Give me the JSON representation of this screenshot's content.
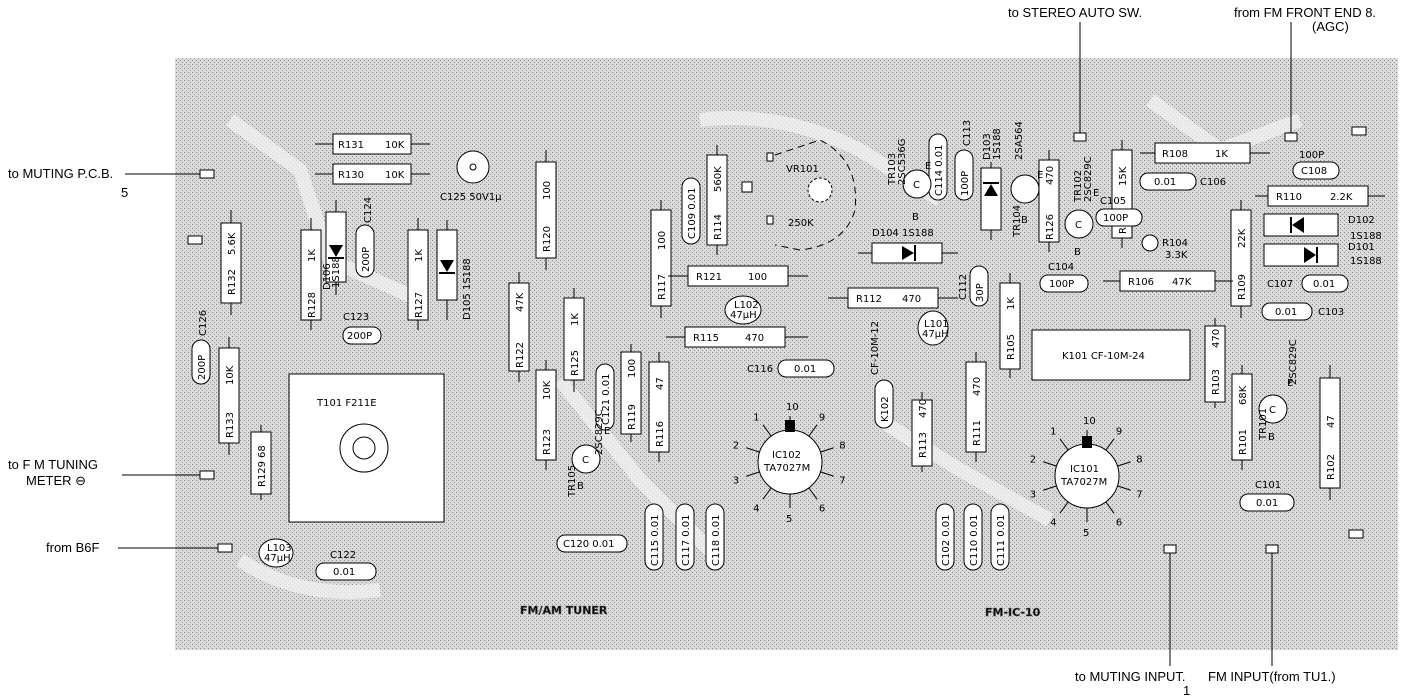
{
  "board": {
    "silk_text": [
      "FM-IC-10",
      "FM/AM TUNER"
    ],
    "background": "#d4d4d4",
    "ink": "#000000"
  },
  "connections": [
    {
      "id": "to-stereo-auto",
      "text": "to STEREO AUTO SW."
    },
    {
      "id": "from-fm-front-end",
      "text": "from FM FRONT END 8.",
      "text2": "(AGC)"
    },
    {
      "id": "to-muting-pcb",
      "text": "to MUTING P.C.B.",
      "text2": "5"
    },
    {
      "id": "to-fm-tuning",
      "text": "to F M TUNING",
      "text2": "METER ⊖"
    },
    {
      "id": "from-b6f",
      "text": "from B6F"
    },
    {
      "id": "to-muting-input",
      "text": "to MUTING INPUT.",
      "text2": "1"
    },
    {
      "id": "fm-input",
      "text": "FM INPUT(from TU1.)"
    }
  ],
  "resistors": [
    {
      "id": "r131",
      "name": "R131",
      "value": "10K"
    },
    {
      "id": "r130",
      "name": "R130",
      "value": "10K"
    },
    {
      "id": "r132",
      "name": "R132",
      "value": "5.6K"
    },
    {
      "id": "r128",
      "name": "R128",
      "value": "1K"
    },
    {
      "id": "r127",
      "name": "R127",
      "value": "1K"
    },
    {
      "id": "r133",
      "name": "R133",
      "value": "10K"
    },
    {
      "id": "r129",
      "name": "R129",
      "value": "68"
    },
    {
      "id": "r120",
      "name": "R120",
      "value": "100"
    },
    {
      "id": "r122",
      "name": "R122",
      "value": "47K"
    },
    {
      "id": "r125",
      "name": "R125",
      "value": "1K"
    },
    {
      "id": "r123",
      "name": "R123",
      "value": "10K"
    },
    {
      "id": "r119",
      "name": "R119",
      "value": "100"
    },
    {
      "id": "r117",
      "name": "R117",
      "value": "100"
    },
    {
      "id": "r116",
      "name": "R116",
      "value": "47"
    },
    {
      "id": "r114",
      "name": "R114",
      "value": "560K"
    },
    {
      "id": "r121",
      "name": "R121",
      "value": "100"
    },
    {
      "id": "r115",
      "name": "R115",
      "value": "470"
    },
    {
      "id": "r112",
      "name": "R112",
      "value": "470"
    },
    {
      "id": "r113",
      "name": "R113",
      "value": "470"
    },
    {
      "id": "r111",
      "name": "R111",
      "value": "470"
    },
    {
      "id": "r105",
      "name": "R105",
      "value": "1K"
    },
    {
      "id": "r126",
      "name": "R126",
      "value": "470"
    },
    {
      "id": "r107",
      "name": "R107",
      "value": "15K"
    },
    {
      "id": "r108",
      "name": "R108",
      "value": "1K"
    },
    {
      "id": "r110",
      "name": "R110",
      "value": "2.2K"
    },
    {
      "id": "r109",
      "name": "R109",
      "value": "22K"
    },
    {
      "id": "r106",
      "name": "R106",
      "value": "47K"
    },
    {
      "id": "r104",
      "name": "R104",
      "value": "3.3K"
    },
    {
      "id": "r103",
      "name": "R103",
      "value": "470"
    },
    {
      "id": "r101",
      "name": "R101",
      "value": "68K"
    },
    {
      "id": "r102",
      "name": "R102",
      "value": "47"
    }
  ],
  "capacitors": [
    {
      "id": "c125",
      "text": "C125 50V1μ"
    },
    {
      "id": "c124",
      "name": "C124",
      "value": "200P"
    },
    {
      "id": "c123",
      "name": "C123",
      "value": "200P"
    },
    {
      "id": "c126",
      "name": "C126",
      "value": "200P"
    },
    {
      "id": "c122",
      "name": "C122",
      "value": "0.01"
    },
    {
      "id": "c120",
      "text": "C120 0.01"
    },
    {
      "id": "c121",
      "text": "C121 0.01"
    },
    {
      "id": "c109",
      "text": "C109 0.01"
    },
    {
      "id": "c116",
      "name": "C116",
      "value": "0.01"
    },
    {
      "id": "c115",
      "text": "C115 0.01"
    },
    {
      "id": "c117",
      "text": "C117 0.01"
    },
    {
      "id": "c118",
      "text": "C118 0.01"
    },
    {
      "id": "c114",
      "text": "C114 0.01"
    },
    {
      "id": "c113",
      "name": "C113",
      "value": "100P"
    },
    {
      "id": "c112",
      "name": "C112",
      "value": "30P"
    },
    {
      "id": "c104",
      "name": "C104",
      "value": "100P"
    },
    {
      "id": "c105",
      "name": "C105",
      "value": "100P"
    },
    {
      "id": "c106",
      "name": "C106",
      "value": "0.01"
    },
    {
      "id": "c108",
      "name": "C108",
      "value": "100P"
    },
    {
      "id": "c107",
      "name": "C107",
      "value": "0.01"
    },
    {
      "id": "c103",
      "name": "C103",
      "value": "0.01"
    },
    {
      "id": "c101",
      "name": "C101",
      "value": "0.01"
    },
    {
      "id": "c102",
      "text": "C102 0.01"
    },
    {
      "id": "c110",
      "text": "C110 0.01"
    },
    {
      "id": "c111",
      "text": "C111 0.01"
    }
  ],
  "diodes": [
    {
      "id": "d106",
      "name": "D106",
      "part": "1S188"
    },
    {
      "id": "d105",
      "text": "D105 1S188"
    },
    {
      "id": "d104",
      "text": "D104 1S188"
    },
    {
      "id": "d103",
      "name": "D103",
      "part": "1S188"
    },
    {
      "id": "d102",
      "name": "D102",
      "part": "1S188"
    },
    {
      "id": "d101",
      "name": "D101",
      "part": "1S188"
    }
  ],
  "transistors": [
    {
      "id": "tr105",
      "name": "TR105",
      "part": "2SC829C"
    },
    {
      "id": "tr103",
      "name": "TR103",
      "part": "2SC536G"
    },
    {
      "id": "tr104",
      "name": "TR104",
      "part": "2SA564"
    },
    {
      "id": "tr102",
      "name": "TR102",
      "part": "2SC829C"
    },
    {
      "id": "tr101",
      "name": "TR101",
      "part": "2SC829C"
    }
  ],
  "pins": {
    "c": "C",
    "e": "E",
    "b": "B"
  },
  "ics": [
    {
      "id": "ic102",
      "name": "IC102",
      "part": "TA7027M",
      "pins": [
        "1",
        "2",
        "3",
        "4",
        "5",
        "6",
        "7",
        "8",
        "9",
        "10"
      ]
    },
    {
      "id": "ic101",
      "name": "IC101",
      "part": "TA7027M",
      "pins": [
        "1",
        "2",
        "3",
        "4",
        "5",
        "6",
        "7",
        "8",
        "9",
        "10"
      ]
    }
  ],
  "others": {
    "t101": "T101  F211E",
    "vr101": "VR101",
    "vr101_value": "250K",
    "k101": "K101  CF-10M-24",
    "k102": "K102",
    "k102_part": "CF-10M-12",
    "l101": "L101",
    "l101_v": "47μH",
    "l102": "L102",
    "l102_v": "47μH",
    "l103": "L103",
    "l103_v": "47μH"
  }
}
